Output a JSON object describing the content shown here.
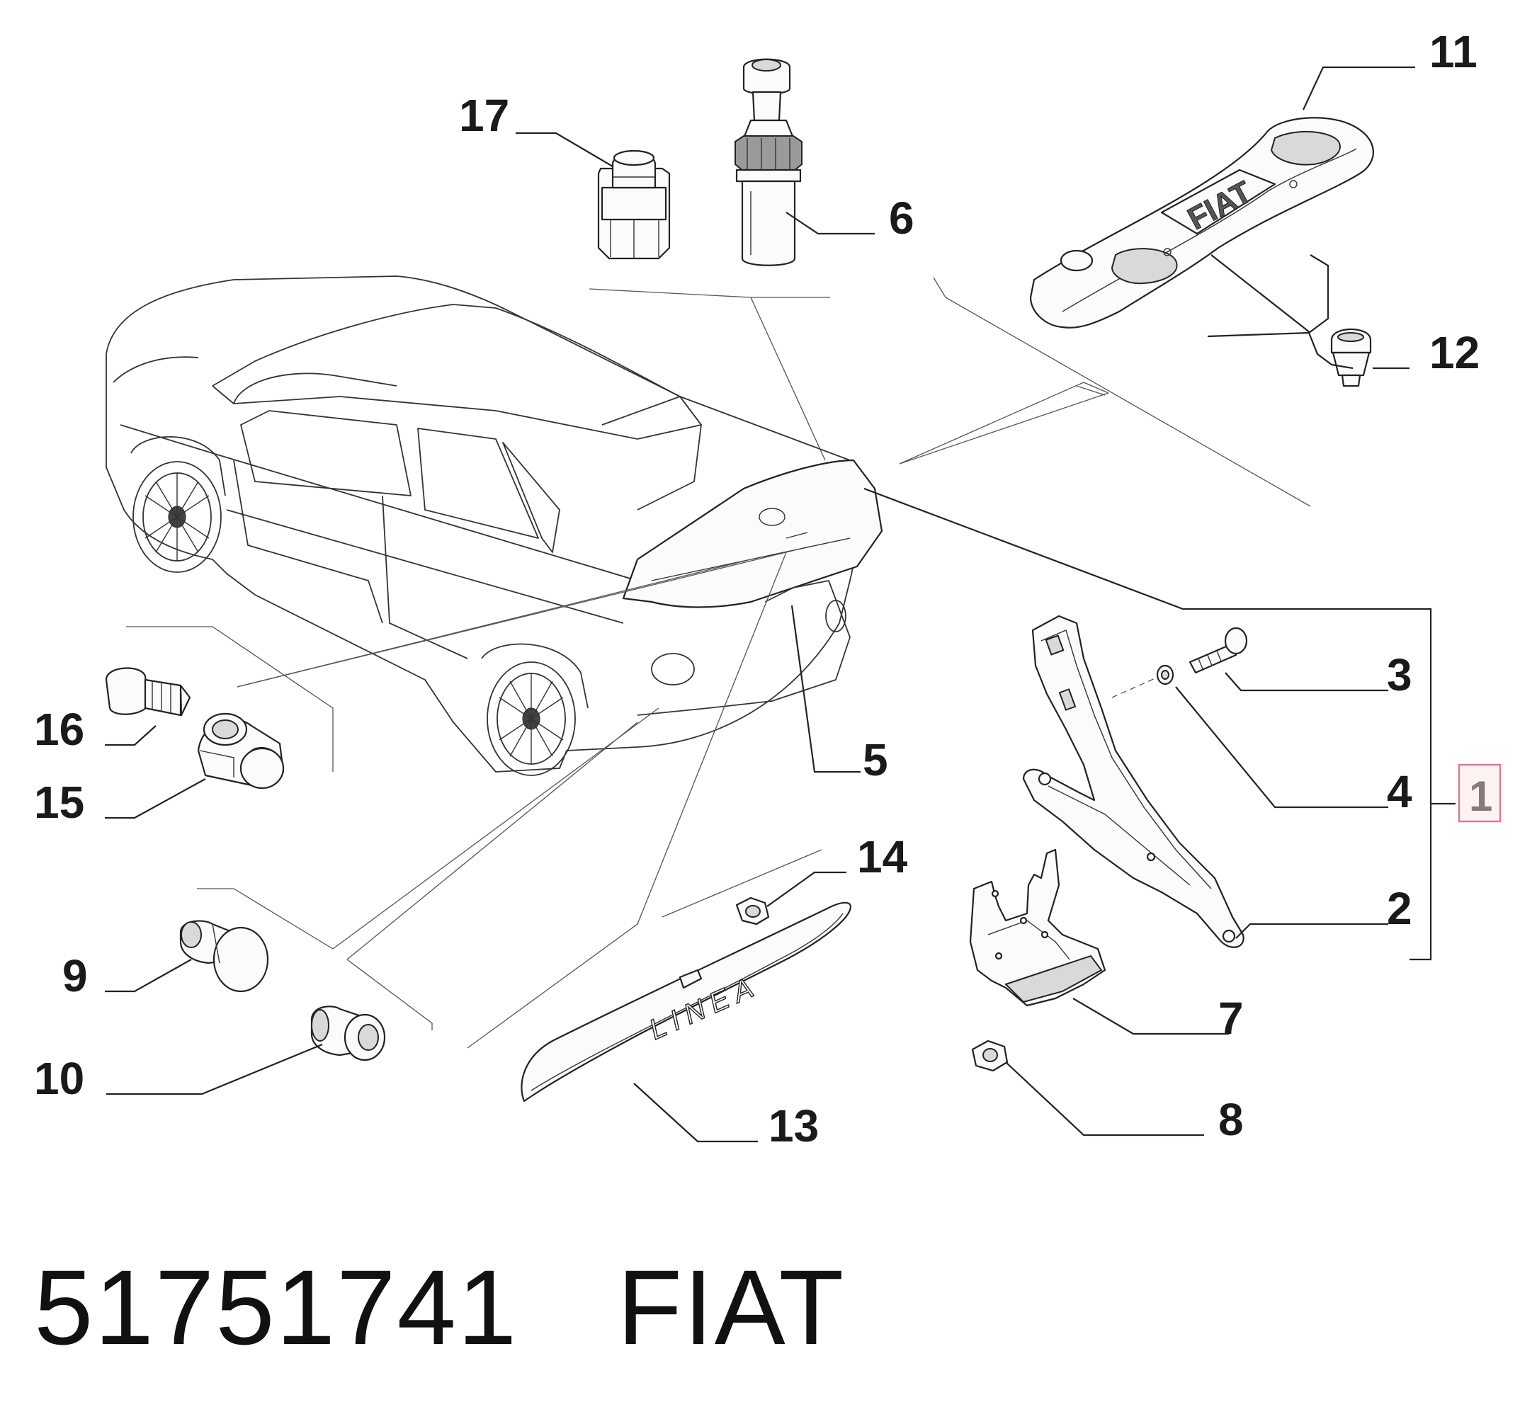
{
  "callouts": {
    "c1": "1",
    "c2": "2",
    "c3": "3",
    "c4": "4",
    "c5": "5",
    "c6": "6",
    "c7": "7",
    "c8": "8",
    "c9": "9",
    "c10": "10",
    "c11": "11",
    "c12": "12",
    "c13": "13",
    "c14": "14",
    "c15": "15",
    "c16": "16",
    "c17": "17"
  },
  "emblem_text": "FIAT",
  "trim_text": "LINEA",
  "caption": {
    "part_number": "51751741",
    "brand": "FIAT"
  },
  "colors": {
    "highlight_box": "#e07a8a",
    "highlight_fill": "#fdf3f4"
  }
}
